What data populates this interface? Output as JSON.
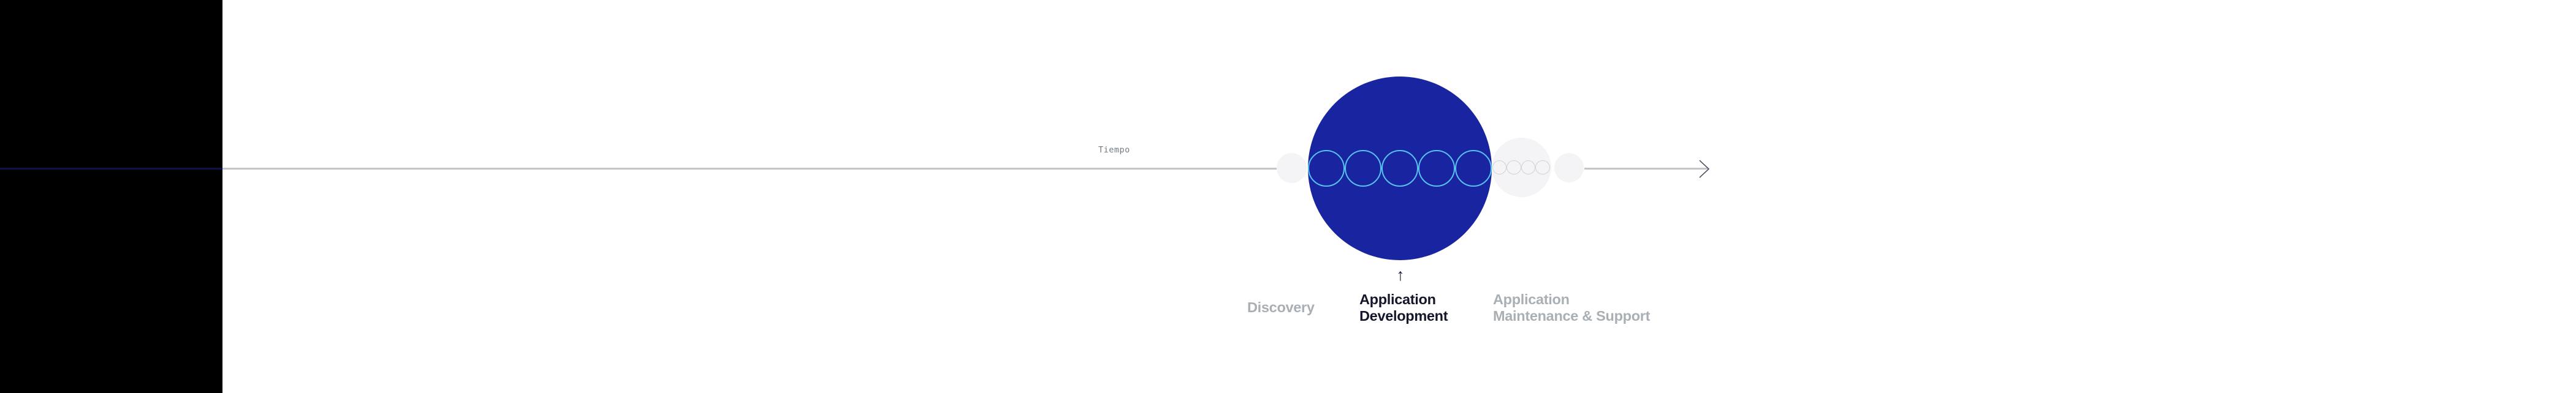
{
  "diagram": {
    "axis_label": "Tiempo",
    "pointer_glyph": "↑",
    "phases": [
      {
        "id": "discovery",
        "state": "inactive",
        "label_lines": [
          "Discovery"
        ]
      },
      {
        "id": "application-development",
        "state": "active",
        "label_lines": [
          "Application",
          "Development"
        ]
      },
      {
        "id": "application-maintenance-support",
        "state": "inactive",
        "label_lines": [
          "Application",
          "Maintenance & Support"
        ]
      }
    ],
    "ring_counts": {
      "active": 5,
      "inactive": 4
    },
    "colors": {
      "side_panel": "#000000",
      "axis_line": "#c3c5c9",
      "axis_line_on_dark": "#12124a",
      "axis_label": "#6f7980",
      "arrowhead": "#3d4054",
      "active_phase_fill": "#1924a0",
      "active_ring_stroke": "#57c1f0",
      "inactive_phase_fill": "#f4f4f6",
      "inactive_ring_stroke": "#ced3d7",
      "active_label": "#14162b",
      "inactive_label": "#a9b0b5",
      "pointer": "#181b33",
      "background": "#ffffff"
    }
  }
}
